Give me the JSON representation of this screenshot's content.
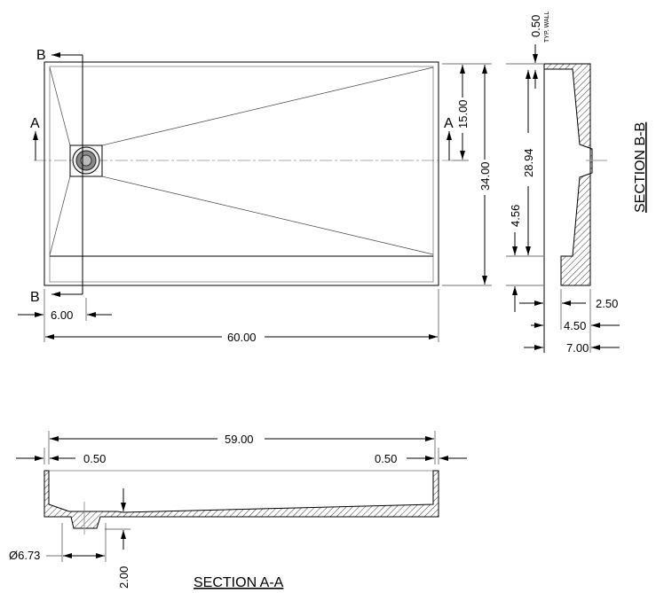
{
  "plan_view": {
    "section_b_label_top": "B",
    "section_b_label_bottom": "B",
    "section_a_label_left": "A",
    "section_a_label_right": "A",
    "dim_15": "15.00",
    "dim_34": "34.00",
    "dim_6": "6.00",
    "dim_60": "60.00"
  },
  "section_bb": {
    "title": "SECTION B-B",
    "dim_wall": "0.50",
    "wall_note": "TYP. WALL",
    "dim_28_94": "28.94",
    "dim_4_56": "4.56",
    "dim_2_50": "2.50",
    "dim_4_50": "4.50",
    "dim_7_00": "7.00"
  },
  "section_aa": {
    "title": "SECTION A-A",
    "dim_59": "59.00",
    "dim_left_wall": "0.50",
    "dim_right_wall": "0.50",
    "dim_drain_dia": "Ø6.73",
    "dim_2_00": "2.00"
  }
}
